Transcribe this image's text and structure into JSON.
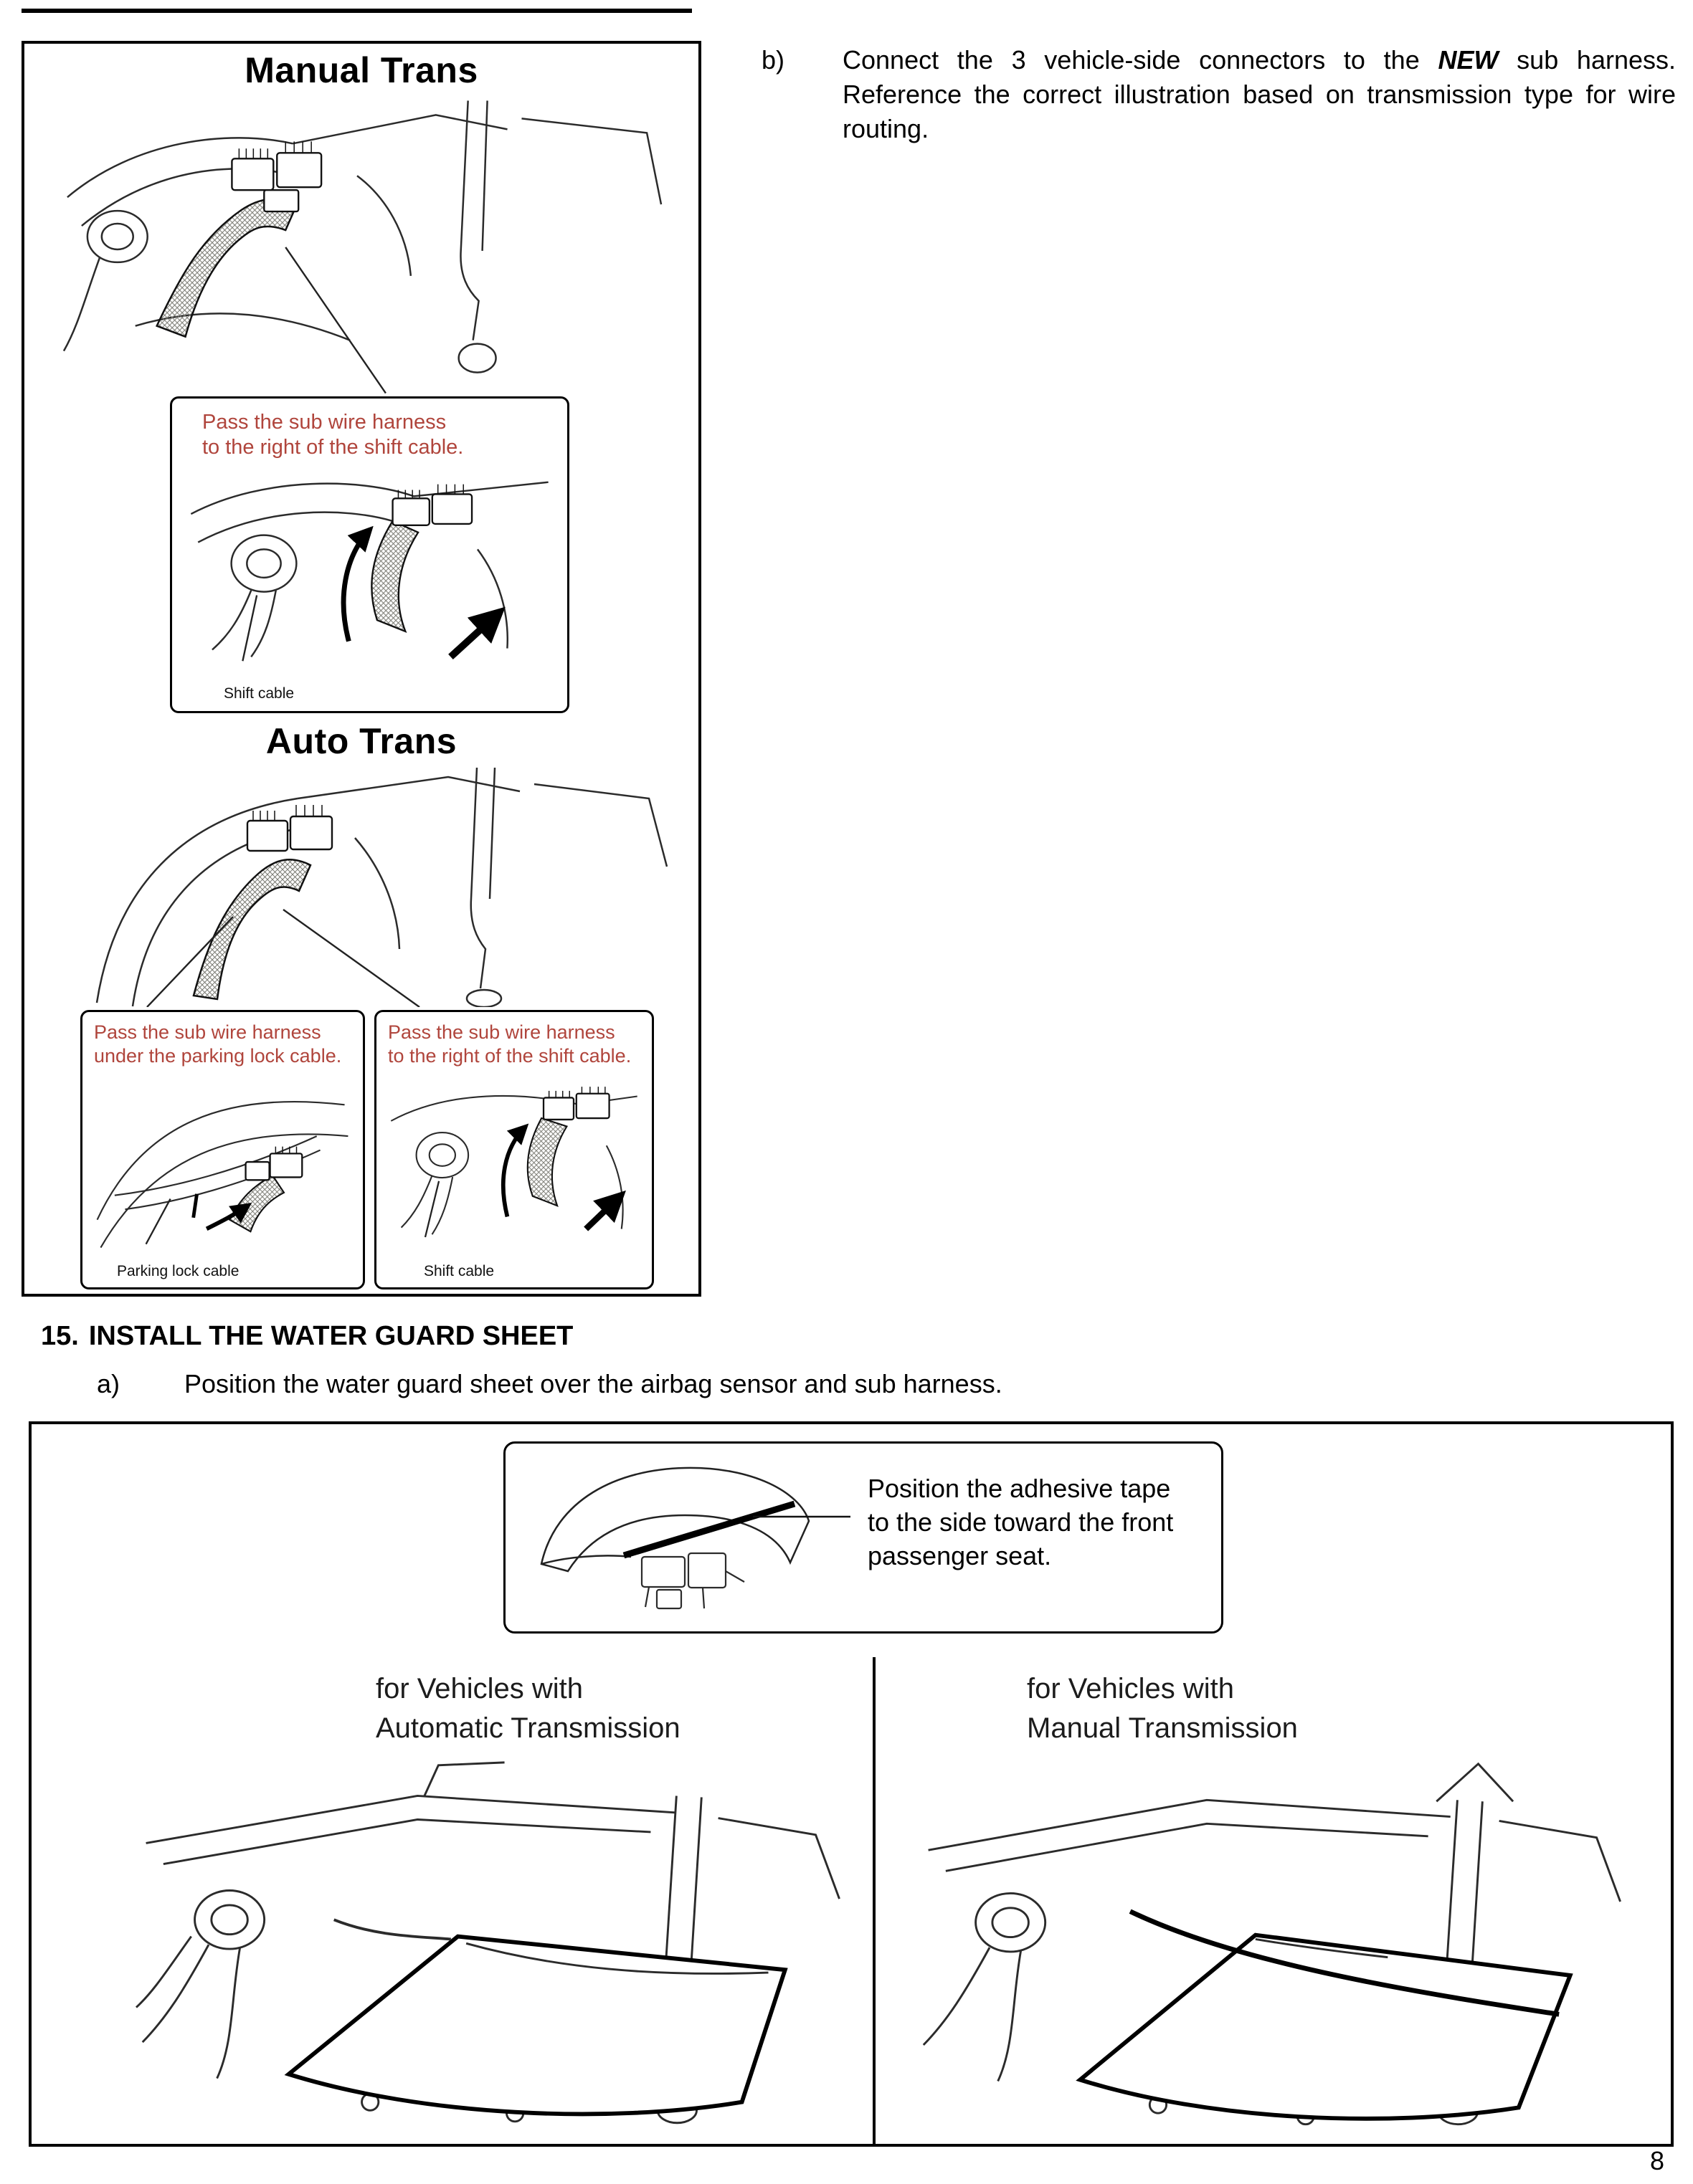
{
  "colors": {
    "callout_red": "#b0453c"
  },
  "page_number": "8",
  "trans_panel": {
    "manual_title": "Manual Trans",
    "auto_title": "Auto Trans",
    "manual_callout_note": "Pass the sub wire harness\nto the right of the shift cable.",
    "manual_callout_label": "Shift cable",
    "auto_callout_left_note": "Pass the sub wire harness\nunder the parking lock cable.",
    "auto_callout_left_label": "Parking lock cable",
    "auto_callout_right_note": "Pass the sub wire harness\nto the right of the shift cable.",
    "auto_callout_right_label": "Shift cable"
  },
  "step_b": {
    "marker": "b)",
    "text_before": "Connect the 3 vehicle-side connectors to the ",
    "emphasis": "NEW",
    "text_after": " sub harness. Reference the correct illustration based on transmission type for wire routing."
  },
  "step_15": {
    "number": "15.",
    "title": "INSTALL THE WATER GUARD SHEET"
  },
  "step_a": {
    "marker": "a)",
    "text": "Position the water guard sheet over the airbag sensor and sub harness."
  },
  "water_guard": {
    "adhesive_note": "Position the adhesive tape\nto the side toward the front\npassenger seat.",
    "auto_heading": "for Vehicles with\nAutomatic Transmission",
    "manual_heading": "for Vehicles with\nManual Transmission"
  }
}
